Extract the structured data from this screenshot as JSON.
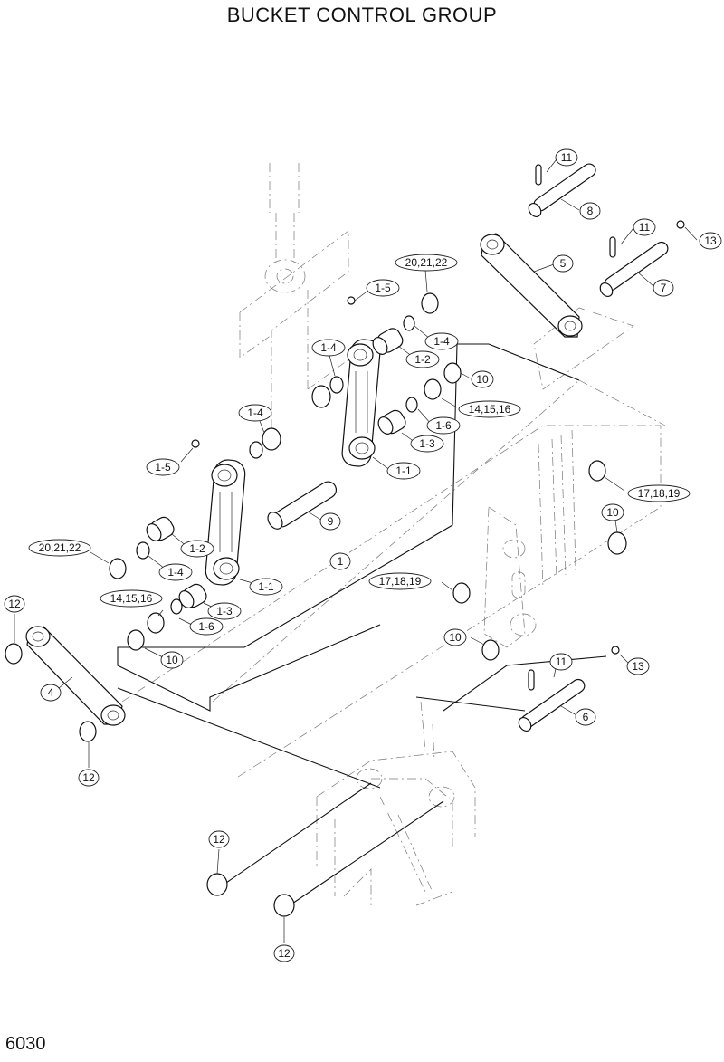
{
  "title": "BUCKET CONTROL GROUP",
  "page_number": "6030",
  "callouts": {
    "c11a": "11",
    "c8": "8",
    "c11b": "11",
    "c13a": "13",
    "c7": "7",
    "c5": "5",
    "c20a": "20,21,22",
    "c15a": "1-5",
    "c14a": "1-4",
    "c12x": "1-2",
    "c14b": "1-4",
    "c10a": "10",
    "c14r": "14,15,16",
    "c16a": "1-6",
    "c13b": "1-3",
    "c14c": "1-4",
    "c15b": "1-5",
    "c11r": "1-1",
    "c17a": "17,18,19",
    "c9": "9",
    "c10b": "10",
    "c20b": "20,21,22",
    "c12b": "1-2",
    "c14d": "1-4",
    "c1": "1",
    "c11l": "1-1",
    "c17b": "17,18,19",
    "c12a": "12",
    "c14l": "14,15,16",
    "c13c": "1-3",
    "c16b": "1-6",
    "c10c": "10",
    "c10d": "10",
    "c11c": "11",
    "c13d": "13",
    "c4": "4",
    "c6": "6",
    "c12c": "12",
    "c12d": "12",
    "c12e": "12"
  }
}
